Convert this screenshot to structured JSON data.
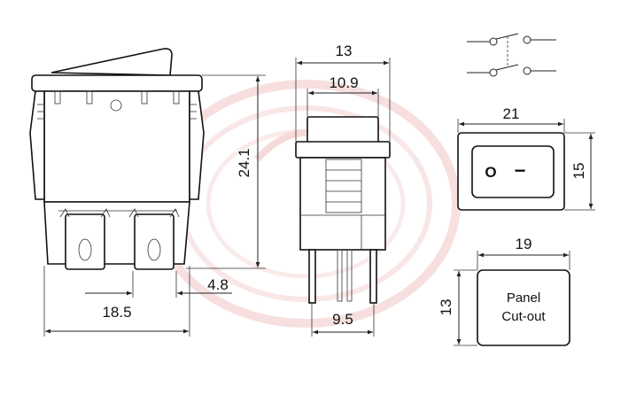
{
  "diagram": {
    "front_view": {
      "height_label": "24.1",
      "width_label": "18.5",
      "pitch_label": "4.8"
    },
    "side_view": {
      "outer_width_label": "13",
      "inner_width_label": "10.9",
      "pin_span_label": "9.5"
    },
    "top_view": {
      "width_label": "21",
      "height_label": "15",
      "off_symbol": "O",
      "on_symbol": "−"
    },
    "panel_cutout": {
      "width_label": "19",
      "height_label": "13",
      "text_line1": "Panel",
      "text_line2": "Cut-out"
    },
    "colors": {
      "line": "#111111",
      "watermark": "#f2c6c6",
      "rocker_fill": "#ffffff"
    }
  }
}
